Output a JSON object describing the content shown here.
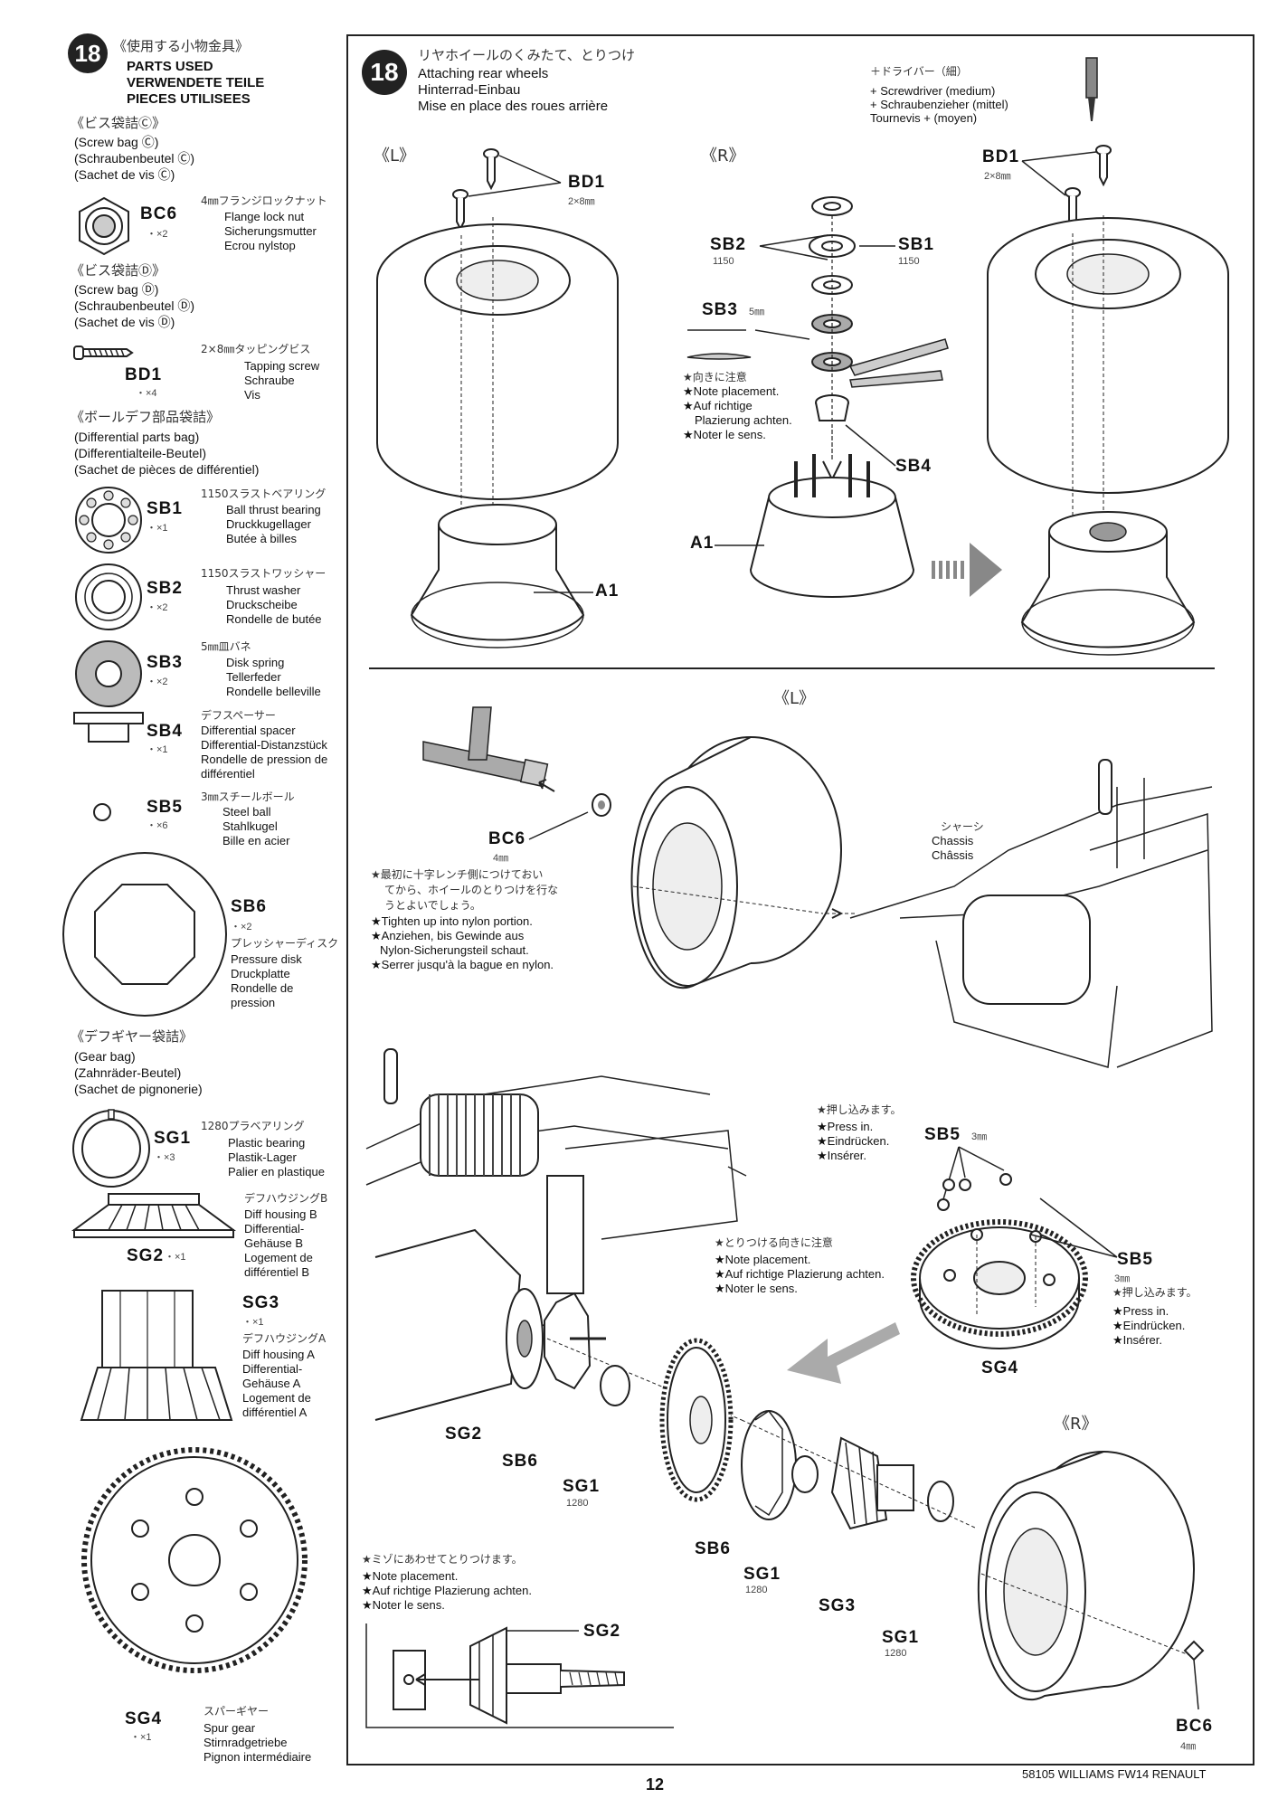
{
  "left_panel": {
    "step_number": "18",
    "title_jp": "《使用する小物金具》",
    "title_en": "PARTS USED",
    "title_de": "VERWENDETE TEILE",
    "title_fr": "PIECES UTILISEES",
    "bag_c_jp": "《ビス袋詰Ⓒ》",
    "bag_c_en": "(Screw bag Ⓒ)",
    "bag_c_de": "(Schraubenbeutel Ⓒ)",
    "bag_c_fr": "(Sachet de vis Ⓒ)",
    "bc6": {
      "code": "BC6",
      "qty": "・×2",
      "jp": "4㎜フランジロックナット",
      "en": "Flange lock nut",
      "de": "Sicherungsmutter",
      "fr": "Ecrou nylstop"
    },
    "bag_d_jp": "《ビス袋詰Ⓓ》",
    "bag_d_en": "(Screw bag Ⓓ)",
    "bag_d_de": "(Schraubenbeutel Ⓓ)",
    "bag_d_fr": "(Sachet de vis Ⓓ)",
    "bd1": {
      "code": "BD1",
      "qty": "・×4",
      "jp": "2×8㎜タッピングビス",
      "en": "Tapping screw",
      "de": "Schraube",
      "fr": "Vis"
    },
    "diff_bag_jp": "《ボールデフ部品袋詰》",
    "diff_bag_en": "(Differential parts bag)",
    "diff_bag_de": "(Differentialteile-Beutel)",
    "diff_bag_fr": "(Sachet de pièces de différentiel)",
    "sb1": {
      "code": "SB1",
      "qty": "・×1",
      "jp": "1150スラストベアリング",
      "en": "Ball thrust bearing",
      "de": "Druckkugellager",
      "fr": "Butée à billes"
    },
    "sb2": {
      "code": "SB2",
      "qty": "・×2",
      "jp": "1150スラストワッシャー",
      "en": "Thrust washer",
      "de": "Druckscheibe",
      "fr": "Rondelle de butée"
    },
    "sb3": {
      "code": "SB3",
      "qty": "・×2",
      "jp": "5㎜皿バネ",
      "en": "Disk spring",
      "de": "Tellerfeder",
      "fr": "Rondelle belleville"
    },
    "sb4": {
      "code": "SB4",
      "qty": "・×1",
      "jp": "デフスペーサー",
      "en": "Differential spacer",
      "de": "Differential-Distanzstück",
      "fr": "Rondelle de pression de différentiel"
    },
    "sb5": {
      "code": "SB5",
      "qty": "・×6",
      "jp": "3㎜スチールボール",
      "en": "Steel ball",
      "de": "Stahlkugel",
      "fr": "Bille en acier"
    },
    "sb6": {
      "code": "SB6",
      "qty": "・×2",
      "jp": "プレッシャーディスク",
      "en": "Pressure disk",
      "de": "Druckplatte",
      "fr": "Rondelle de pression"
    },
    "gear_bag_jp": "《デフギヤー袋詰》",
    "gear_bag_en": "(Gear bag)",
    "gear_bag_de": "(Zahnräder-Beutel)",
    "gear_bag_fr": "(Sachet de pignonerie)",
    "sg1": {
      "code": "SG1",
      "qty": "・×3",
      "jp": "1280プラベアリング",
      "en": "Plastic bearing",
      "de": "Plastik-Lager",
      "fr": "Palier en plastique"
    },
    "sg2": {
      "code": "SG2",
      "qty": "・×1",
      "jp": "デフハウジングB",
      "en": "Diff housing B",
      "de": "Differential-Gehäuse B",
      "fr": "Logement de différentiel B"
    },
    "sg3": {
      "code": "SG3",
      "qty": "・×1",
      "jp": "デフハウジングA",
      "en": "Diff housing A",
      "de": "Differential-Gehäuse A",
      "fr": "Logement de différentiel A"
    },
    "sg4": {
      "code": "SG4",
      "qty": "・×1",
      "jp": "スパーギヤー",
      "en": "Spur gear",
      "de": "Stirnradgetriebe",
      "fr": "Pignon intermédiaire"
    }
  },
  "step": {
    "number": "18",
    "title_jp": "リヤホイールのくみたて、とりつけ",
    "title_en": "Attaching rear wheels",
    "title_de": "Hinterrad-Einbau",
    "title_fr": "Mise en place des roues arrière",
    "tool_jp": "＋ドライバー（細）",
    "tool_en": "+ Screwdriver (medium)",
    "tool_de": "+ Schraubenzieher (mittel)",
    "tool_fr": "Tournevis + (moyen)"
  },
  "top_left": {
    "side": "《L》",
    "bd1": "BD1",
    "bd1_size": "2×8㎜",
    "a1": "A1"
  },
  "top_middle": {
    "side": "《R》",
    "sb2": "SB2",
    "sb2_size": "1150",
    "sb1": "SB1",
    "sb1_size": "1150",
    "sb3": "SB3",
    "sb3_size": "5㎜",
    "sb4": "SB4",
    "a1": "A1",
    "note_jp": "★向きに注意",
    "note_en": "★Note placement.",
    "note_de1": "★Auf richtige",
    "note_de2": "Plazierung achten.",
    "note_fr": "★Noter le sens."
  },
  "top_right": {
    "bd1": "BD1",
    "bd1_size": "2×8㎜"
  },
  "mid": {
    "side": "《L》",
    "bc6": "BC6",
    "bc6_size": "4㎜",
    "chassis_jp": "シャーシ",
    "chassis_en": "Chassis",
    "chassis_fr": "Châssis",
    "note_jp1": "★最初に十字レンチ側につけておい",
    "note_jp2": "てから、ホイールのとりつけを行な",
    "note_jp3": "うとよいでしょう。",
    "note_en": "★Tighten up into nylon portion.",
    "note_de1": "★Anziehen, bis Gewinde aus",
    "note_de2": "Nylon-Sicherungsteil schaut.",
    "note_fr": "★Serrer jusqu'à la bague en nylon."
  },
  "lower": {
    "press_jp": "★押し込みます。",
    "press_en": "★Press in.",
    "press_de": "★Eindrücken.",
    "press_fr": "★Insérer.",
    "sb5_top": "SB5",
    "sb5_top_size": "3㎜",
    "sb5_right": "SB5",
    "sb5_right_size": "3㎜",
    "press2_jp": "★押し込みます。",
    "press2_en": "★Press in.",
    "press2_de": "★Eindrücken.",
    "press2_fr": "★Insérer.",
    "orient_jp": "★とりつける向きに注意",
    "orient_en": "★Note placement.",
    "orient_de": "★Auf richtige Plazierung achten.",
    "orient_fr": "★Noter le sens.",
    "sg4": "SG4",
    "sg2": "SG2",
    "sb6_a": "SB6",
    "sg1_a": "SG1",
    "sg1_a_size": "1280",
    "sb6_b": "SB6",
    "sg1_b": "SG1",
    "sg1_b_size": "1280",
    "sg3": "SG3",
    "sg1_c": "SG1",
    "sg1_c_size": "1280",
    "r_side": "《R》",
    "bc6": "BC6",
    "bc6_size": "4㎜",
    "groove_jp": "★ミゾにあわせてとりつけます。",
    "groove_en": "★Note placement.",
    "groove_de": "★Auf richtige Plazierung achten.",
    "groove_fr": "★Noter le sens.",
    "inset_sg2": "SG2"
  },
  "footer": {
    "page": "12",
    "model": "58105 WILLIAMS FW14 RENAULT"
  }
}
